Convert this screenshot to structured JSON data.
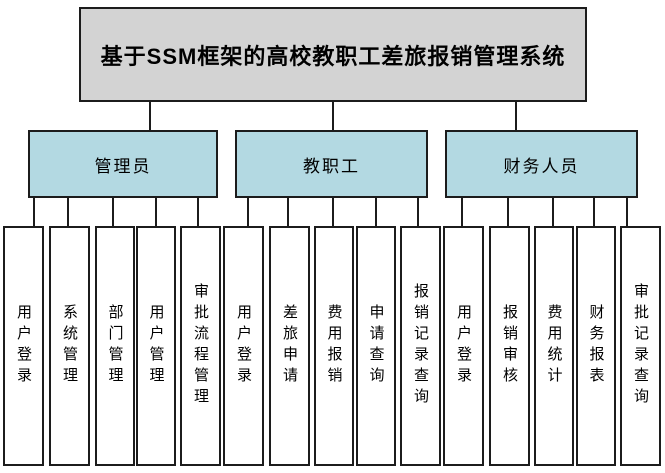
{
  "diagram": {
    "title": "基于SSM框架的高校教职工差旅报销管理系统",
    "colors": {
      "root_fill": "#d3d3d3",
      "branch_fill": "#b3d9e2",
      "leaf_fill": "#ffffff",
      "border": "#1c1c1c",
      "connector": "#1c1c1c",
      "background": "#ffffff"
    },
    "branches": [
      {
        "label": "管理员",
        "children": [
          "用户登录",
          "系统管理",
          "部门管理",
          "用户管理",
          "审批流程管理"
        ]
      },
      {
        "label": "教职工",
        "children": [
          "用户登录",
          "差旅申请",
          "费用报销",
          "申请查询",
          "报销记录查询"
        ]
      },
      {
        "label": "财务人员",
        "children": [
          "用户登录",
          "报销审核",
          "费用统计",
          "财务报表",
          "审批记录查询"
        ]
      }
    ]
  }
}
